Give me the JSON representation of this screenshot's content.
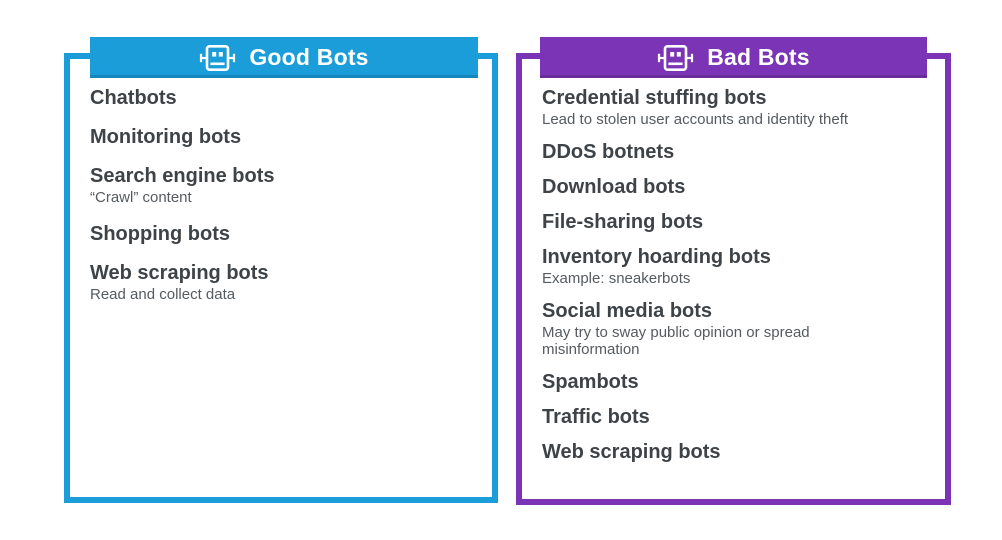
{
  "colors": {
    "good_accent": "#1b9dd9",
    "bad_accent": "#7b34b5"
  },
  "panels": [
    {
      "title": "Good Bots",
      "accent": "#1b9dd9",
      "items": [
        {
          "label": "Chatbots",
          "note": ""
        },
        {
          "label": "Monitoring bots",
          "note": ""
        },
        {
          "label": "Search engine bots",
          "note": "“Crawl” content"
        },
        {
          "label": "Shopping bots",
          "note": ""
        },
        {
          "label": "Web scraping bots",
          "note": "Read and collect data"
        }
      ]
    },
    {
      "title": "Bad Bots",
      "accent": "#7b34b5",
      "items": [
        {
          "label": "Credential stuffing bots",
          "note": "Lead to stolen user accounts and identity theft"
        },
        {
          "label": "DDoS botnets",
          "note": ""
        },
        {
          "label": "Download bots",
          "note": ""
        },
        {
          "label": "File-sharing bots",
          "note": ""
        },
        {
          "label": "Inventory hoarding bots",
          "note": "Example: sneakerbots"
        },
        {
          "label": "Social media bots",
          "note": "May try to sway public opinion or spread misinformation"
        },
        {
          "label": "Spambots",
          "note": ""
        },
        {
          "label": "Traffic bots",
          "note": ""
        },
        {
          "label": "Web scraping bots",
          "note": ""
        }
      ]
    }
  ]
}
